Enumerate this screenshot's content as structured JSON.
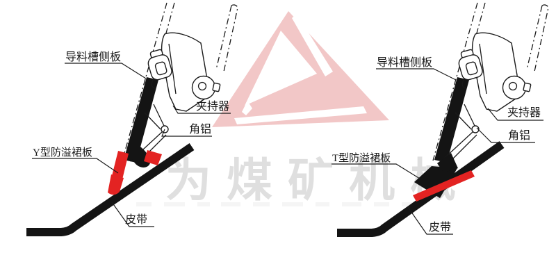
{
  "colors": {
    "paper": "#ffffff",
    "ink": "#1a1a1a",
    "fill_black": "#141414",
    "rubber_red": "#e32322",
    "logo_pink": "#f2c7c7",
    "watermark_gray": "#dfdfdf"
  },
  "watermark": {
    "brand_mark": "triangle-a-logo",
    "text": "为煤矿机械"
  },
  "left": {
    "labels": {
      "chute": "导料槽侧板",
      "clamp": "夹持器",
      "angle": "角铝",
      "skirt": "Y型防溢裙板",
      "belt": "皮带"
    }
  },
  "right": {
    "labels": {
      "chute": "导料槽侧板",
      "clamp": "夹持器",
      "angle": "角铝",
      "skirt": "T型防溢裙板",
      "belt": "皮带"
    }
  }
}
